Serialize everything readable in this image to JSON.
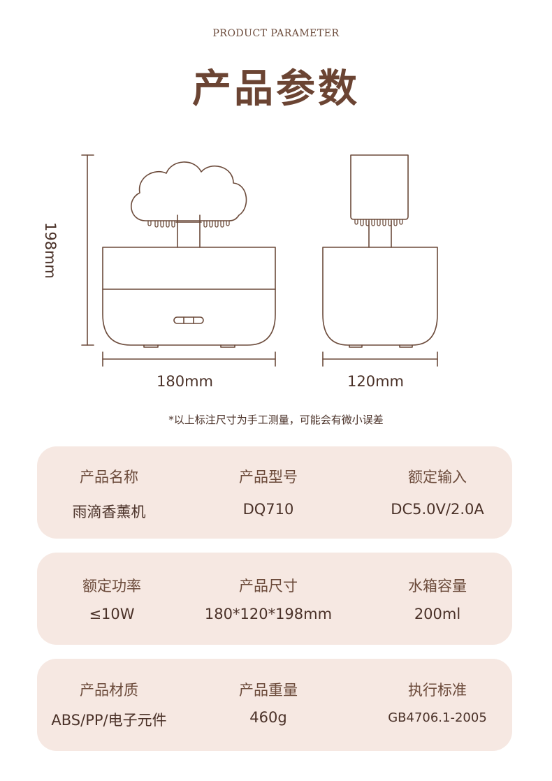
{
  "header": {
    "subtitle": "PRODUCT PARAMETER",
    "title": "产品参数"
  },
  "diagram": {
    "height_label": "198mm",
    "width_label": "180mm",
    "depth_label": "120mm"
  },
  "note": "*以上标注尺寸为手工测量，可能会有微小误差",
  "cards": [
    [
      {
        "label": "产品名称",
        "value": "雨滴香薰机"
      },
      {
        "label": "产品型号",
        "value": "DQ710"
      },
      {
        "label": "额定输入",
        "value": "DC5.0V/2.0A"
      }
    ],
    [
      {
        "label": "额定功率",
        "value": "≤10W"
      },
      {
        "label": "产品尺寸",
        "value": "180*120*198mm"
      },
      {
        "label": "水箱容量",
        "value": "200ml"
      }
    ],
    [
      {
        "label": "产品材质",
        "value": "ABS/PP/电子元件"
      },
      {
        "label": "产品重量",
        "value": "460g"
      },
      {
        "label": "执行标准",
        "value": "GB4706.1-2005"
      }
    ]
  ],
  "colors": {
    "title": "#6b4433",
    "line": "#6b4a3a",
    "card_bg": "#f6e8e2"
  }
}
